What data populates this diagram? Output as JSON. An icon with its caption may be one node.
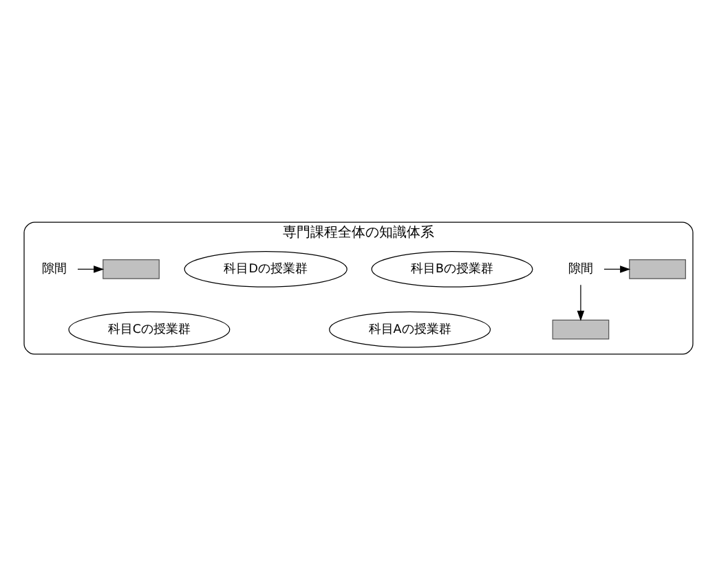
{
  "diagram": {
    "nodes": [
      {
        "text": [
          "専門課程全体の知識体系"
        ]
      },
      {
        "text": [
          "隙間"
        ],
        "in": 0
      },
      {
        "text": [],
        "shape": "band",
        "in": 0
      },
      {
        "text": [
          "科目Aの授業群"
        ],
        "in": 0
      },
      {
        "text": [
          "科目Bの授業群"
        ],
        "in": 0
      },
      {
        "text": [],
        "shape": "band",
        "in": 0
      },
      {
        "text": [
          "科目Cの授業群"
        ],
        "in": 0
      },
      {
        "text": [],
        "shape": "band",
        "in": 0
      },
      {
        "text": [
          "科目Dの授業群"
        ],
        "in": 0
      },
      {
        "text": [
          "隙間"
        ],
        "in": 0
      }
    ],
    "edges": [
      {
        "from": 1,
        "to": 2,
        "arrow": "to"
      },
      {
        "from": 1,
        "to": 5,
        "arrow": "to"
      },
      {
        "from": 9,
        "to": 7,
        "arrow": "to"
      }
    ]
  }
}
